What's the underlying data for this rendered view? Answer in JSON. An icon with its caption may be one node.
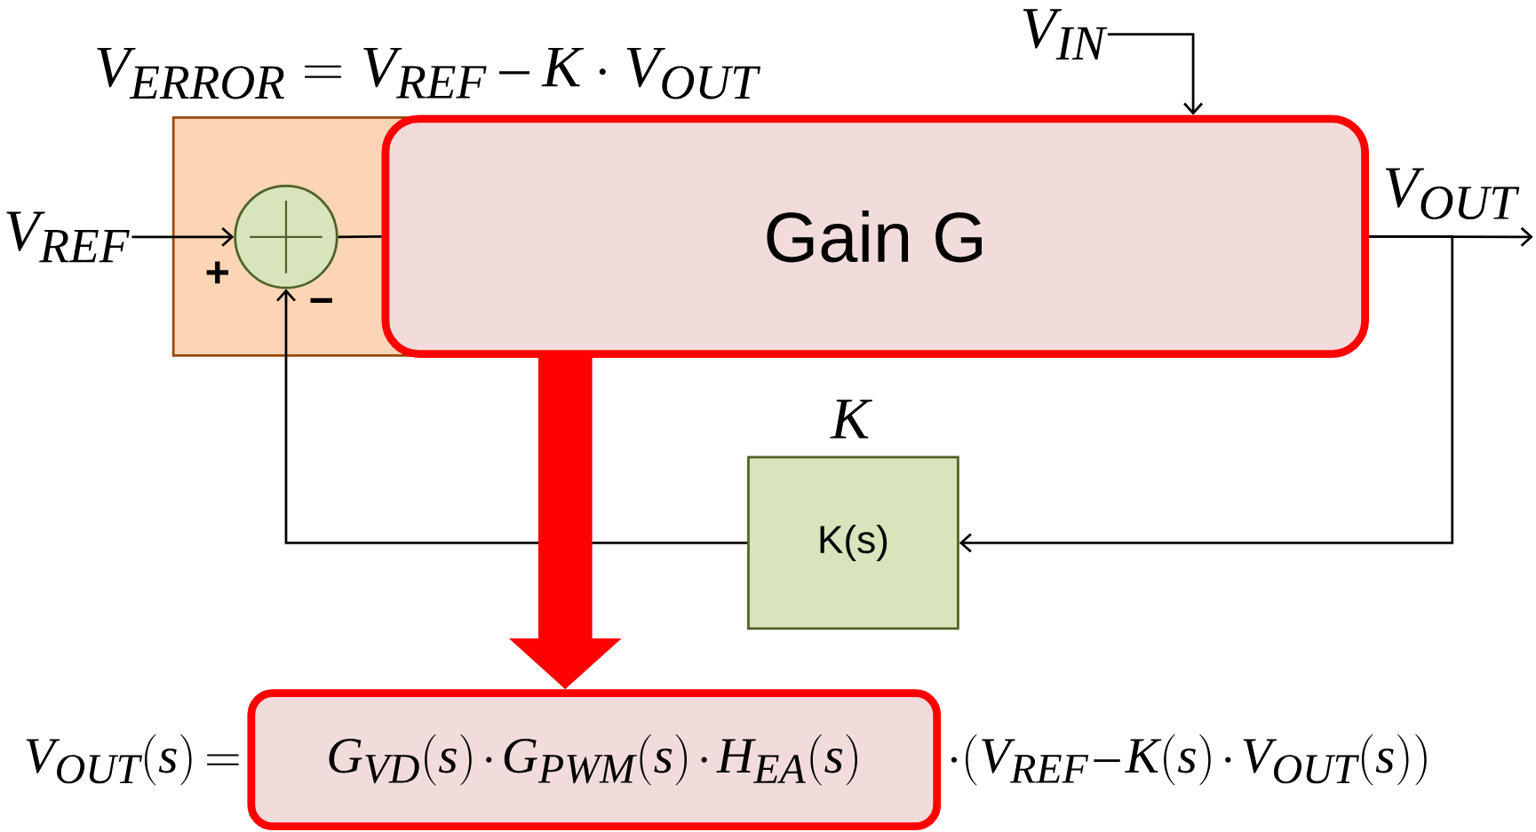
{
  "diagram": {
    "nodes": [
      {
        "text": [
          "V_{ERROR}=V_{REF}-K\\cdot V_{OUT}"
        ]
      },
      {
        "text": [],
        "shape": "circle",
        "in": 0
      },
      {
        "text": [
          "Gain G"
        ]
      },
      {
        "text": [
          "K",
          "K(s)"
        ]
      },
      {
        "text": [
          "V_{REF}"
        ]
      },
      {
        "text": [
          "V_{IN}"
        ]
      },
      {
        "text": [
          "G_{VD}(s)\\cdot G_{PWM}(s)\\cdot H_{EA}(s)"
        ]
      }
    ],
    "edges": [
      {
        "from": 4,
        "to": 1,
        "arrow": "to"
      },
      {
        "from": 1,
        "to": 2,
        "arrow": "none"
      },
      {
        "from": 5,
        "to": 2,
        "arrow": "to"
      },
      {
        "from": 2,
        "to": null,
        "arrow": "to",
        "label": "V_{OUT}"
      },
      {
        "from": 2,
        "to": 3,
        "arrow": "to"
      },
      {
        "from": 3,
        "to": 1,
        "arrow": "to"
      },
      {
        "from": 2,
        "to": 6,
        "arrow": "to",
        "style": "thick",
        "color": "#ff0000"
      }
    ],
    "labels": [
      "+",
      "−",
      "V_{OUT}(s)=",
      "\\cdot(V_{REF}-K(s)\\cdot V_{OUT}(s))"
    ]
  }
}
